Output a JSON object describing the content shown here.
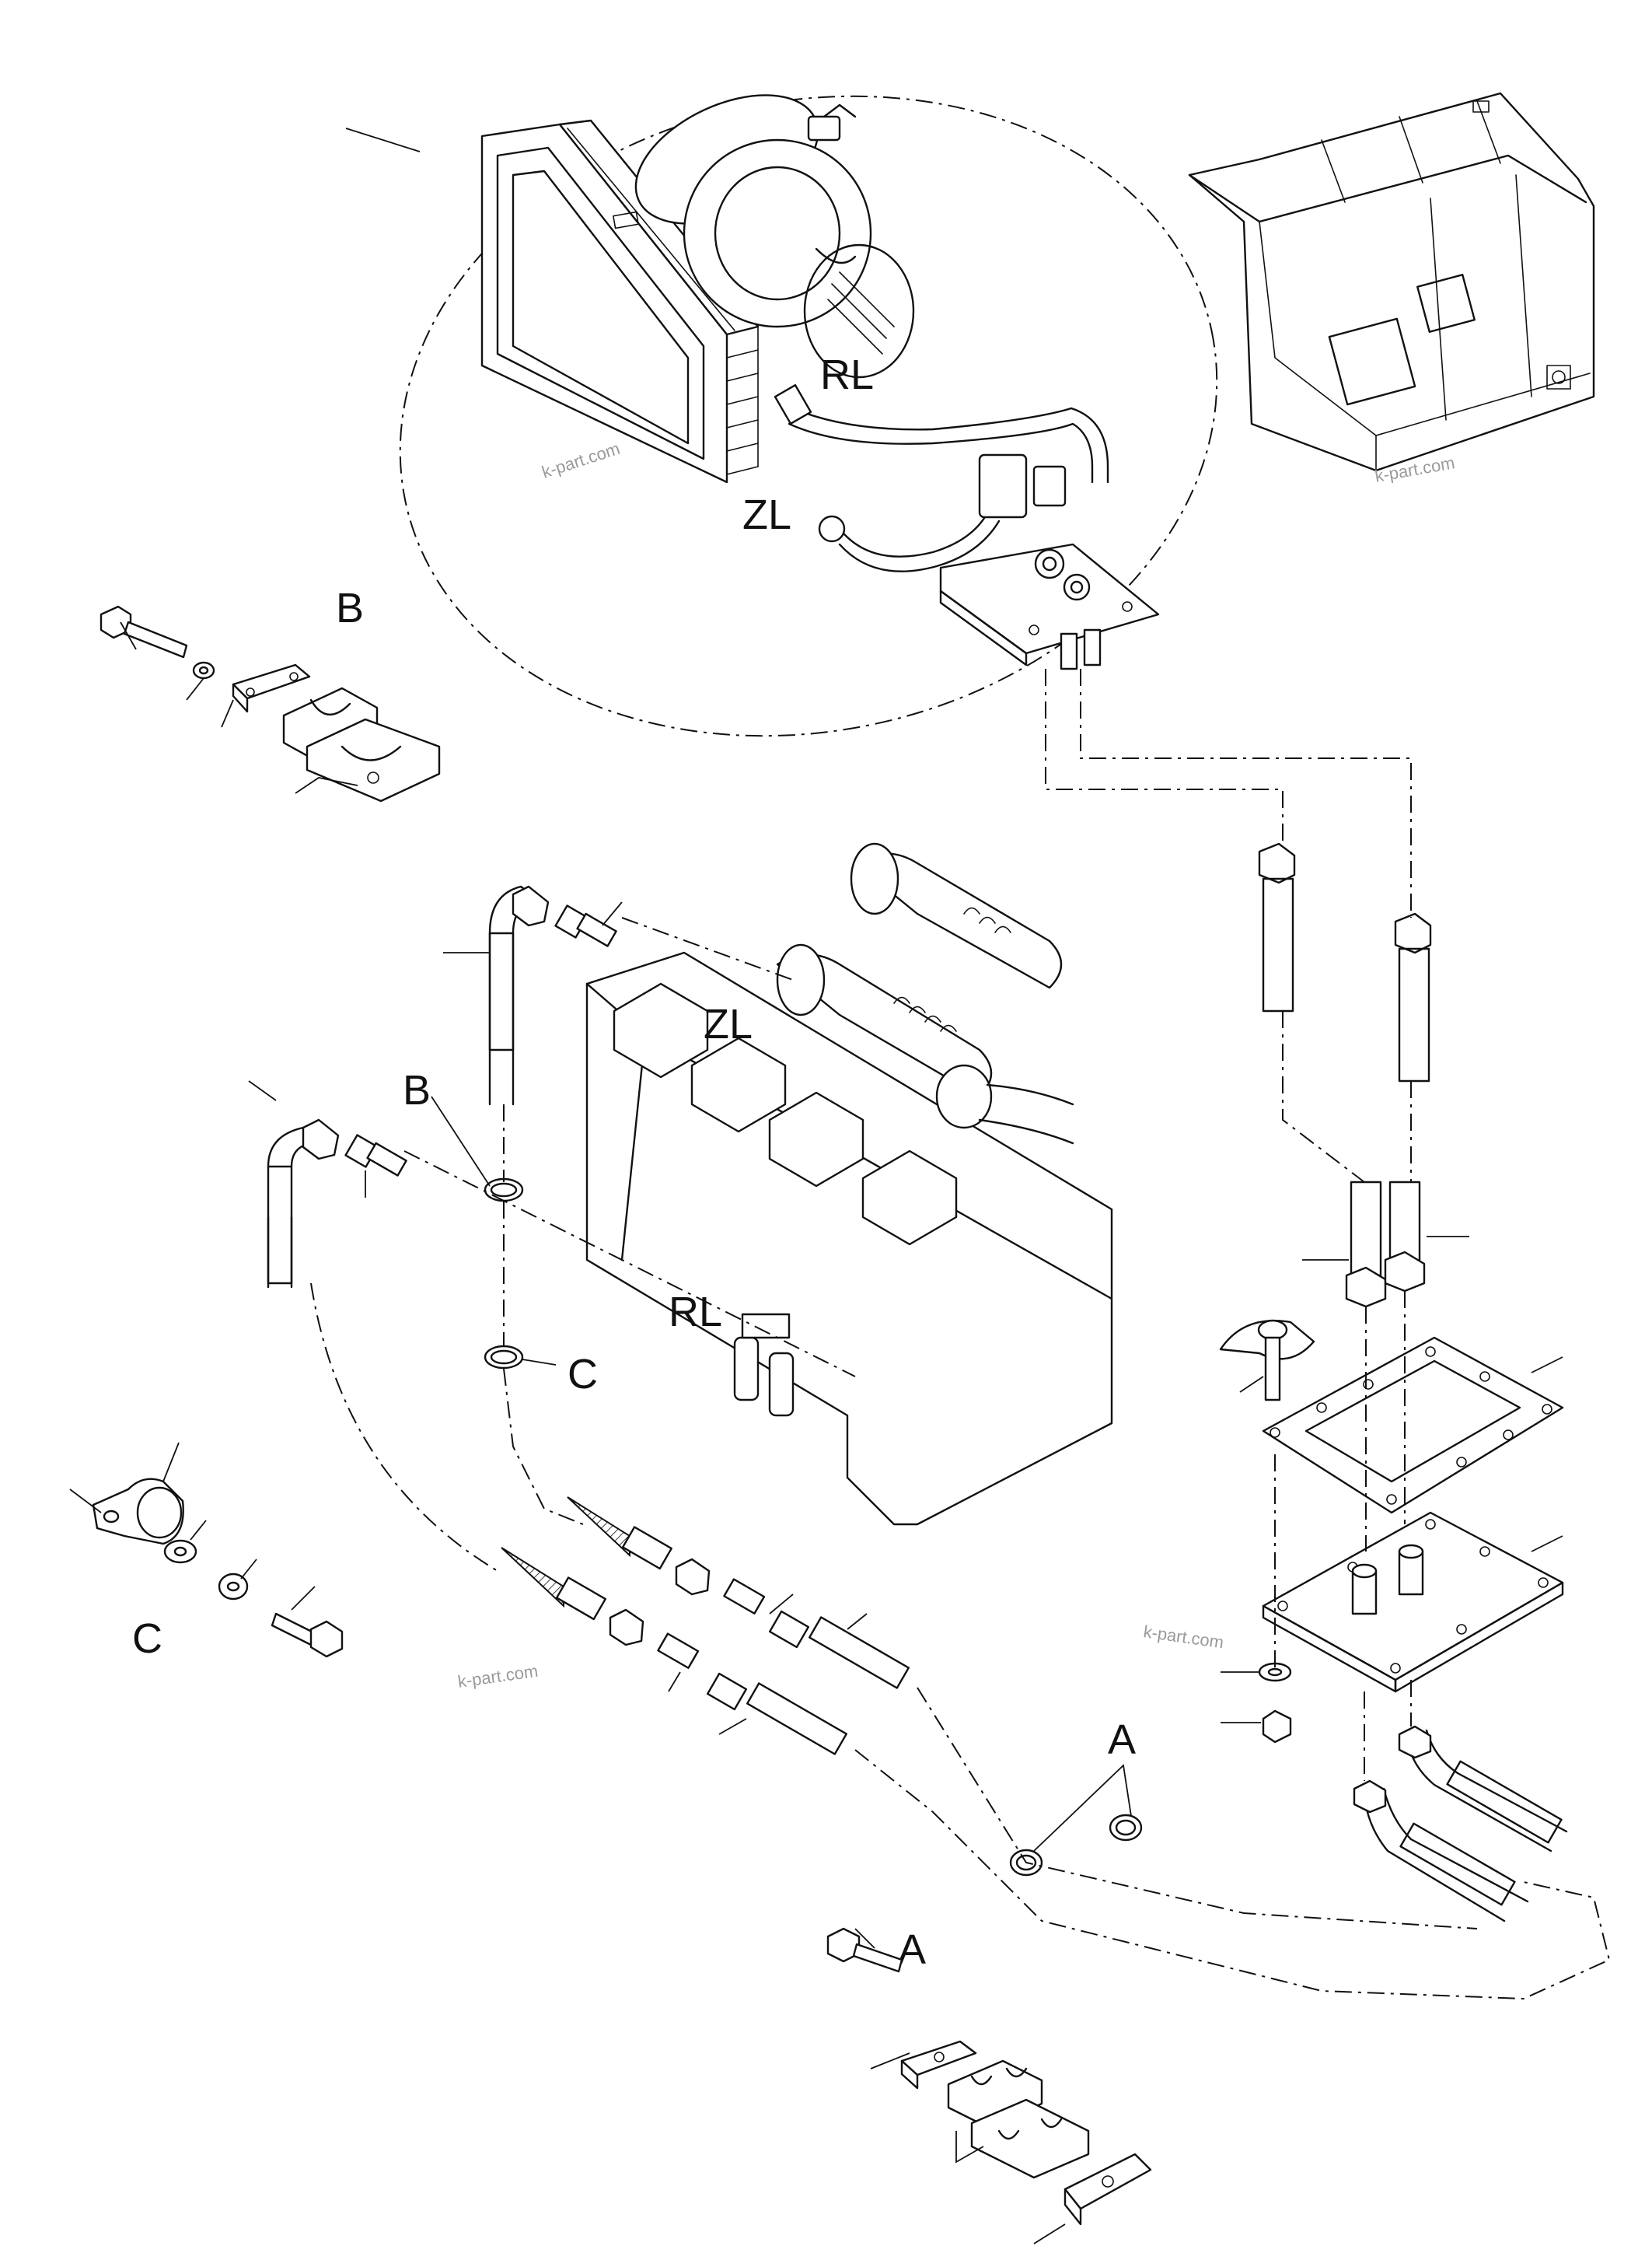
{
  "labels": {
    "rl": "RL",
    "zl": "ZL",
    "a": "A",
    "b": "B",
    "c": "C"
  },
  "watermark": "k-part.com"
}
